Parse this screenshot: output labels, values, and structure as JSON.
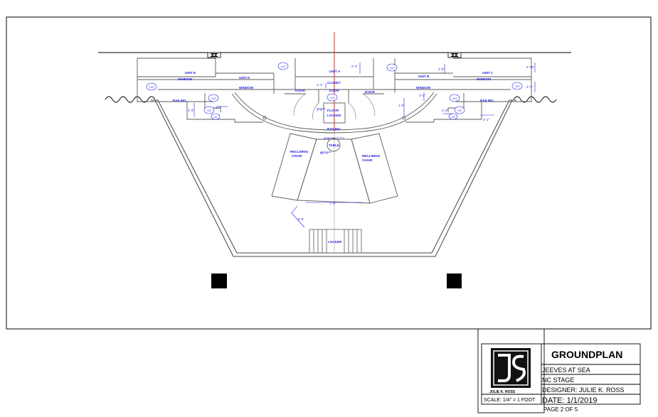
{
  "title_block": {
    "title": "GROUNDPLAN",
    "show": "JEEVES AT SEA",
    "venue": "NC STAGE",
    "designer": "DESIGNER: JULIE K. ROSS",
    "date": "DATE: 1/1/2019",
    "page": "PAGE 2 OF 5",
    "scale": "SCALE: 1/4\" = 1 FOOT",
    "logo_text": "JULIE K. ROSS"
  },
  "labels": {
    "unit_e": "UNIT E",
    "unit_d": "UNIT D",
    "unit_a": "UNIT A",
    "unit_b": "UNIT B",
    "unit_c": "UNIT C",
    "window": "WINDOW",
    "door": "DOOR",
    "closet": "CLOSET",
    "railing": "RAILING",
    "floor_locker_1": "FLOOR",
    "floor_locker_2": "LOCKER",
    "table": "TABLE",
    "reclining_1": "RECLINING",
    "reclining_2": "CHAIR",
    "locker": "LOCKER"
  },
  "dimensions": {
    "d1": "1'-4\"",
    "d2": "2'-4\"",
    "d3": "2'-3\"",
    "d4": "1'-4\"",
    "d5": "1'-5\"",
    "d6": "2'-1\"",
    "d7": "3'-5\"",
    "d8": "2'-10\"",
    "d9": "2'-7\"",
    "d10": "2'-1\"",
    "d11": "1'-4\"",
    "d12": "1'-4\"",
    "d13": "Ø1'-6\"",
    "d14": "7'-4\"",
    "d15": "2'-6\"",
    "d16": "1'-4\""
  },
  "elevations": {
    "e1": "+10\"",
    "e2": "+10\"",
    "e3": "+10\"",
    "e4": "+10\"",
    "e5": "+10\"",
    "e6": "+10\"",
    "e7": "+10\"",
    "e8": "+12\"",
    "e9": "+12\"",
    "e10": "+6\"",
    "e11": "+6\""
  },
  "colors": {
    "outline": "#000000",
    "walls": "#5a5a5a",
    "annotation": "#1f1fe0",
    "centerline": "#e02020"
  }
}
